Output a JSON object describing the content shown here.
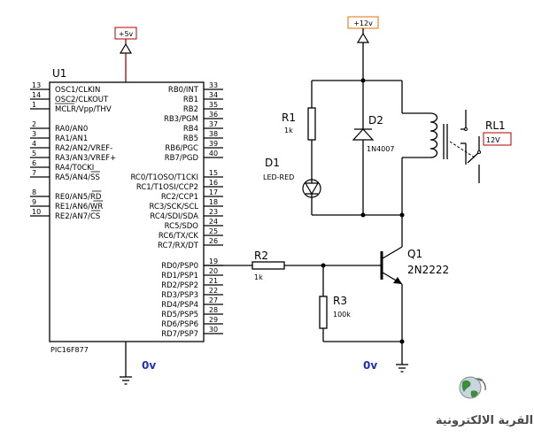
{
  "mcu": {
    "ref": "U1",
    "part": "PIC16F877",
    "left_pins": [
      {
        "num": "13",
        "name": "OSC1/CLKIN"
      },
      {
        "num": "14",
        "name": "OSC2/CLKOUT"
      },
      {
        "num": "1",
        "name": "MCLR/Vpp/THV"
      },
      {
        "num": "2",
        "name": "RA0/AN0"
      },
      {
        "num": "3",
        "name": "RA1/AN1"
      },
      {
        "num": "4",
        "name": "RA2/AN2/VREF-"
      },
      {
        "num": "5",
        "name": "RA3/AN3/VREF+"
      },
      {
        "num": "6",
        "name": "RA4/T0CKI"
      },
      {
        "num": "7",
        "name": "RA5/AN4/SS"
      },
      {
        "num": "8",
        "name": "RE0/AN5/RD"
      },
      {
        "num": "9",
        "name": "RE1/AN6/WR"
      },
      {
        "num": "10",
        "name": "RE2/AN7/CS"
      }
    ],
    "right_pins": [
      {
        "num": "33",
        "name": "RB0/INT"
      },
      {
        "num": "34",
        "name": "RB1"
      },
      {
        "num": "35",
        "name": "RB2"
      },
      {
        "num": "36",
        "name": "RB3/PGM"
      },
      {
        "num": "37",
        "name": "RB4"
      },
      {
        "num": "38",
        "name": "RB5"
      },
      {
        "num": "39",
        "name": "RB6/PGC"
      },
      {
        "num": "40",
        "name": "RB7/PGD"
      },
      {
        "num": "15",
        "name": "RC0/T1OSO/T1CKI"
      },
      {
        "num": "16",
        "name": "RC1/T1OSI/CCP2"
      },
      {
        "num": "17",
        "name": "RC2/CCP1"
      },
      {
        "num": "18",
        "name": "RC3/SCK/SCL"
      },
      {
        "num": "23",
        "name": "RC4/SDI/SDA"
      },
      {
        "num": "24",
        "name": "RC5/SDO"
      },
      {
        "num": "25",
        "name": "RC6/TX/CK"
      },
      {
        "num": "26",
        "name": "RC7/RX/DT"
      },
      {
        "num": "19",
        "name": "RD0/PSP0"
      },
      {
        "num": "20",
        "name": "RD1/PSP1"
      },
      {
        "num": "21",
        "name": "RD2/PSP2"
      },
      {
        "num": "22",
        "name": "RD3/PSP3"
      },
      {
        "num": "27",
        "name": "RD4/PSP4"
      },
      {
        "num": "28",
        "name": "RD5/PSP5"
      },
      {
        "num": "29",
        "name": "RD6/PSP6"
      },
      {
        "num": "30",
        "name": "RD7/PSP7"
      }
    ]
  },
  "power": {
    "mcu_supply": "+5v",
    "relay_supply": "+12v",
    "ground_left": "0v",
    "ground_right": "0v"
  },
  "components": {
    "r1": {
      "ref": "R1",
      "value": "1k"
    },
    "r2": {
      "ref": "R2",
      "value": "1k"
    },
    "r3": {
      "ref": "R3",
      "value": "100k"
    },
    "d1": {
      "ref": "D1",
      "value": "LED-RED"
    },
    "d2": {
      "ref": "D2",
      "value": "1N4007"
    },
    "q1": {
      "ref": "Q1",
      "value": "2N2222"
    },
    "rl1": {
      "ref": "RL1",
      "value": "12V"
    }
  },
  "logo": {
    "text": "القرية الالكترونية"
  },
  "colors": {
    "supply_wire": "#b00000",
    "ground_label": "#1f2fbf",
    "supply_box_mcu": "#b00000",
    "supply_box_relay": "#e07000"
  }
}
